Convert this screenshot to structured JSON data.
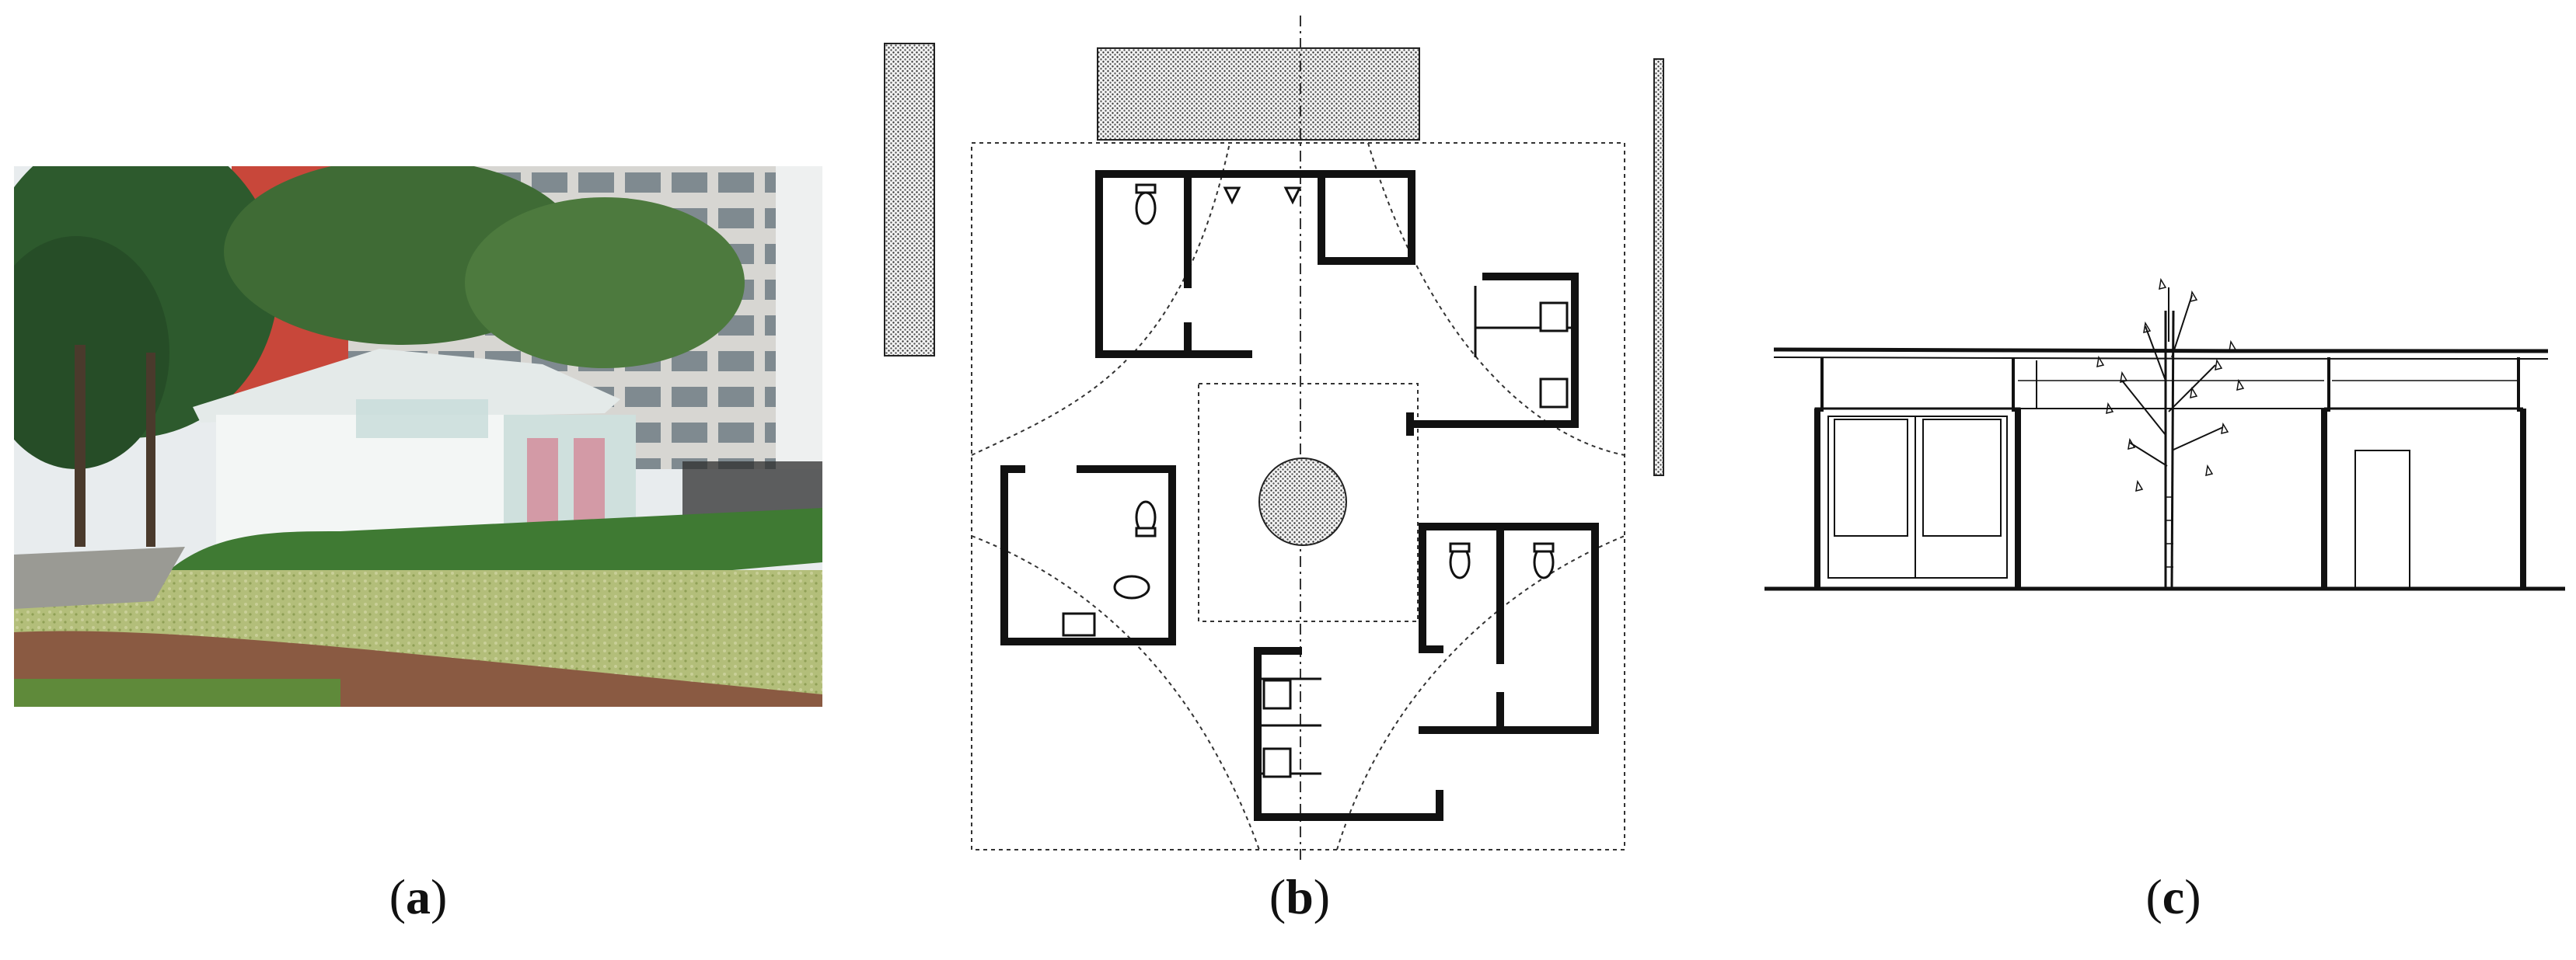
{
  "figure": {
    "panels": [
      {
        "id": "a",
        "caption_open": "(",
        "caption_letter": "a",
        "caption_close": ")"
      },
      {
        "id": "b",
        "caption_open": "(",
        "caption_letter": "b",
        "caption_close": ")"
      },
      {
        "id": "c",
        "caption_open": "(",
        "caption_letter": "c",
        "caption_close": ")"
      }
    ]
  },
  "colors": {
    "sky": "#e9edf0",
    "building": "#dcdcd8",
    "tree": "#2f5a2e",
    "hedge": "#3f7a33",
    "lawn": "#a9b86a",
    "path": "#8a5a42",
    "pavilion": "#eef2f1",
    "pink_glass": "#d9a4ad",
    "ink": "#111111"
  }
}
